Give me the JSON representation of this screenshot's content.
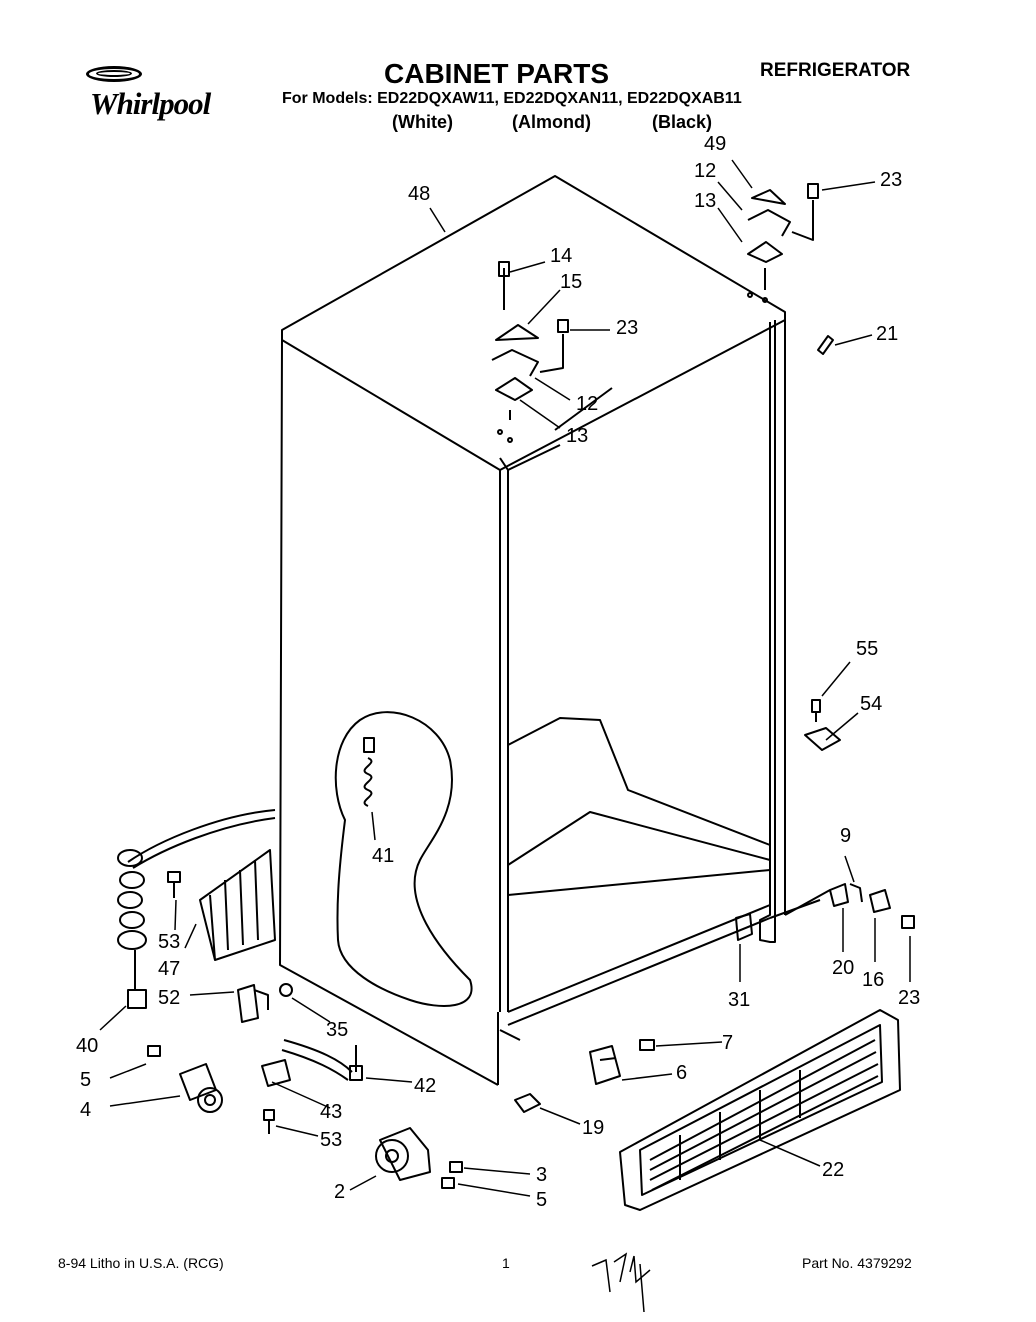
{
  "header": {
    "brand": "Whirlpool",
    "title": "CABINET PARTS",
    "category": "REFRIGERATOR",
    "models_line": "For Models: ED22DQXAW11, ED22DQXAN11, ED22DQXAB11",
    "colors": [
      "(White)",
      "(Almond)",
      "(Black)"
    ]
  },
  "callouts": [
    "49",
    "12",
    "13",
    "23",
    "48",
    "14",
    "15",
    "23",
    "21",
    "12",
    "13",
    "55",
    "54",
    "41",
    "9",
    "53",
    "47",
    "20",
    "16",
    "23",
    "31",
    "52",
    "35",
    "40",
    "7",
    "5",
    "6",
    "42",
    "4",
    "43",
    "19",
    "53",
    "22",
    "3",
    "2",
    "5"
  ],
  "footer": {
    "left": "8-94  Litho in U.S.A. (RCG)",
    "page": "1",
    "part_no": "Part No. 4379292"
  }
}
